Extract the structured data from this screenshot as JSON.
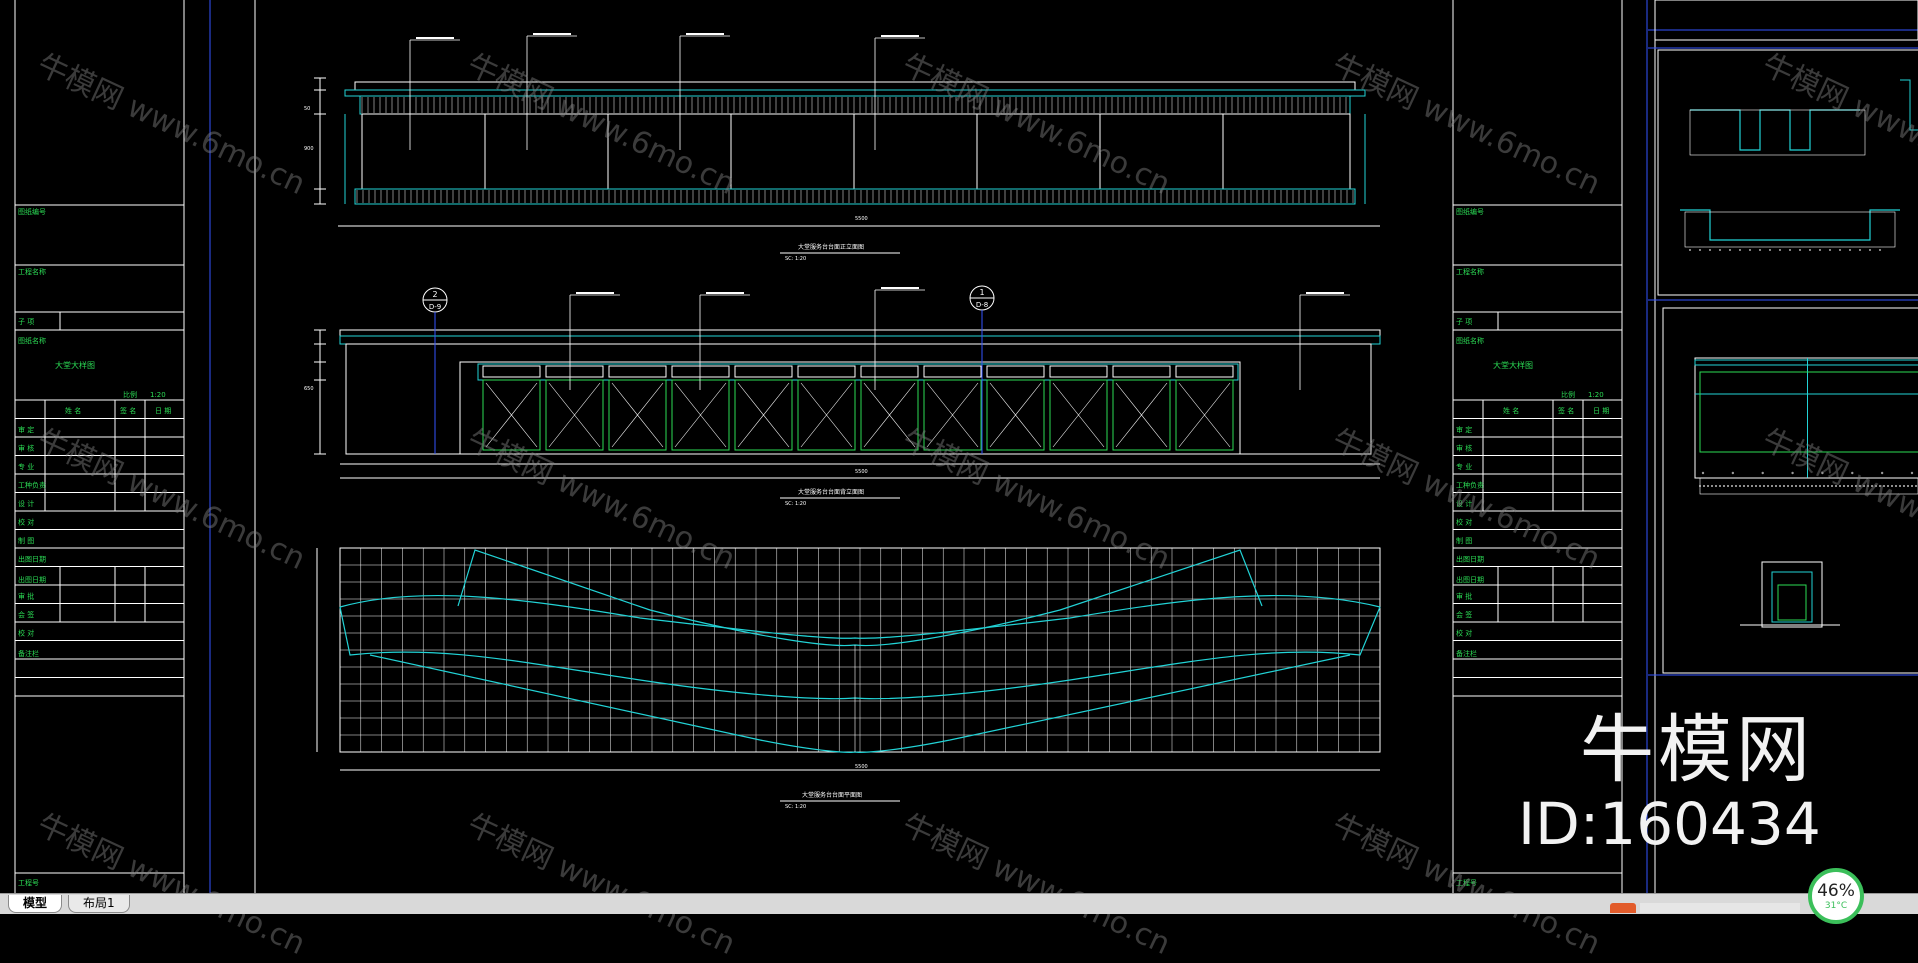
{
  "app": {
    "tabs": [
      {
        "label": "模型",
        "active": true
      },
      {
        "label": "布局1",
        "active": false
      }
    ],
    "zoom": {
      "value": "46%",
      "sub": "31°C"
    }
  },
  "watermark": {
    "text": "牛模网 www.6mo.cn",
    "logo": "牛模网",
    "id_text": "ID:160434"
  },
  "title_block": {
    "rows": [
      "图纸编号",
      "工程名称",
      "子 项",
      "图纸名称",
      "比例",
      "审 定",
      "审 核",
      "专 业",
      "工种负责",
      "设 计",
      "校 对",
      "制 图",
      "出图日期",
      "审 批",
      "会 签",
      "校 对",
      "备注栏"
    ],
    "drawing_name": "大堂大样图",
    "scale_label": "比例",
    "scale_value": "1:20",
    "cols": [
      "姓 名",
      "签 名",
      "日 期"
    ],
    "footer": "工程号"
  },
  "views": {
    "front_elevation": {
      "title": "大堂服务台台面正立面图",
      "scale": "SC: 1:20"
    },
    "back_elevation": {
      "title": "大堂服务台台面背立面图",
      "scale": "SC: 1:20"
    },
    "plan": {
      "title": "大堂服务台台面平面图",
      "scale": "SC: 1:20"
    },
    "markers": [
      {
        "num": "2",
        "ref": "D-9"
      },
      {
        "num": "1",
        "ref": "D-8"
      }
    ],
    "dims": [
      "50",
      "900",
      "650",
      "5500"
    ]
  },
  "colors": {
    "line_white": "#ffffff",
    "line_cyan": "#22d3d6",
    "line_green": "#2bdc55",
    "line_blue": "#3355ff",
    "text_green": "#2bdc55"
  }
}
